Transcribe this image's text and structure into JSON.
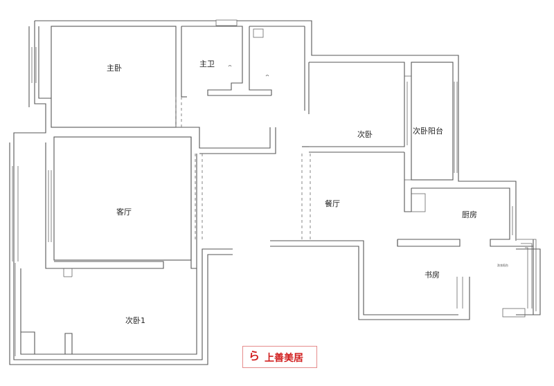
{
  "rooms": {
    "master_bedroom": "主卧",
    "master_bath": "主卫",
    "second_bedroom": "次卧",
    "second_bedroom_balcony": "次卧阳台",
    "living_room": "客厅",
    "dining_room": "餐厅",
    "kitchen": "厨房",
    "study": "书房",
    "second_bedroom_1": "次卧1",
    "small_area": "洗衣阳台"
  },
  "logo": {
    "text": "上善美居",
    "mark": "ら"
  },
  "colors": {
    "wall": "#555555",
    "logo_red": "#d11f1f"
  }
}
